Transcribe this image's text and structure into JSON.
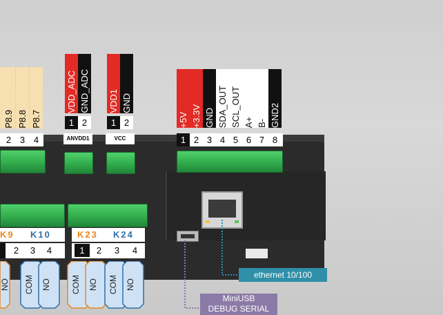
{
  "left_header": {
    "labels": [
      "P8.9",
      "P8.8",
      "P8.7"
    ],
    "numbers": [
      "2",
      "3",
      "4"
    ]
  },
  "adc_header": {
    "labels": [
      "VDD_ADC",
      "GND_ADC"
    ],
    "numbers": [
      "1",
      "2"
    ],
    "tag": "ANVDD1"
  },
  "vcc_header": {
    "labels": [
      "VDD1",
      "GND"
    ],
    "numbers": [
      "1",
      "2"
    ],
    "tag": "VCC"
  },
  "main_header": {
    "labels": [
      "+5V",
      "+3.3V",
      "GND",
      "SDA_OUT",
      "SCL_OUT",
      "A+",
      "B-",
      "GND2"
    ],
    "numbers": [
      "1",
      "2",
      "3",
      "4",
      "5",
      "6",
      "7",
      "8"
    ]
  },
  "relays": {
    "k9": "K9",
    "k10": "K10",
    "k23": "K23",
    "k24": "K24",
    "left_numbers": [
      "2",
      "3",
      "4"
    ],
    "right_numbers": [
      "1",
      "2",
      "3",
      "4"
    ],
    "left_terminals": [
      "NO",
      "COM",
      "NO"
    ],
    "right_terminals": [
      "COM",
      "NO",
      "COM",
      "NO"
    ]
  },
  "callouts": {
    "ethernet": "ethernet 10/100",
    "miniusb_line1": "MiniUSB",
    "miniusb_line2": "DEBUG SERIAL"
  },
  "colors": {
    "red": "#e32b26",
    "black": "#111111",
    "tan": "#f6dfb0",
    "teal": "#2f8fa8",
    "purple": "#8c7aa6",
    "orange": "#e8861e"
  }
}
